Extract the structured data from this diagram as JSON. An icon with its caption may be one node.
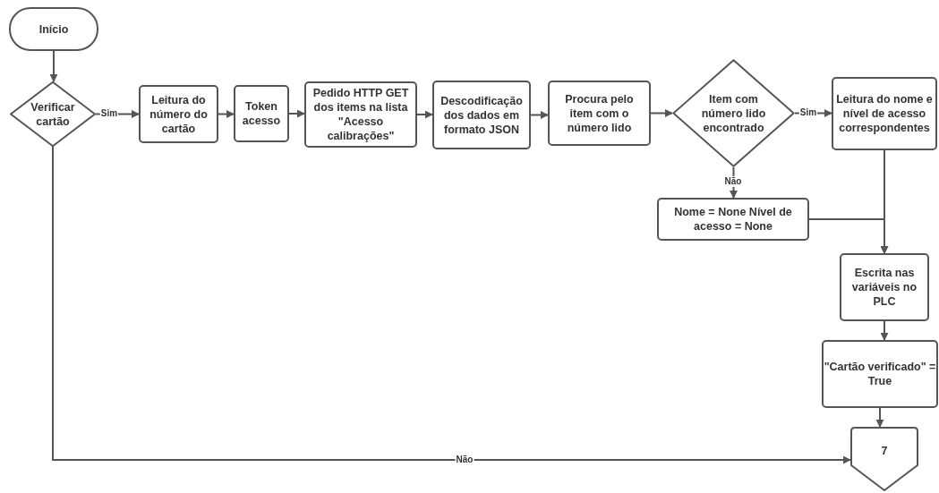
{
  "diagram": {
    "nodes": [
      {
        "text": [
          "Início"
        ]
      },
      {
        "text": [
          "Verificar cartão"
        ]
      },
      {
        "text": [
          "Leitura do número do cartão"
        ]
      },
      {
        "text": [
          "Token acesso"
        ]
      },
      {
        "text": [
          "Pedido HTTP GET dos items na lista \"Acesso calibrações\""
        ]
      },
      {
        "text": [
          "Descodificação dos dados em formato JSON"
        ]
      },
      {
        "text": [
          "Procura pelo item com o número lido"
        ]
      },
      {
        "text": [
          "Item com número lido encontrado"
        ]
      },
      {
        "text": [
          "Leitura do nome e nível de acesso correspondentes"
        ]
      },
      {
        "text": [
          "Nome = None Nível de acesso = None"
        ]
      },
      {
        "text": [
          "Escrita nas variáveis no PLC"
        ]
      },
      {
        "text": [
          "\"Cartão verificado\" = True"
        ]
      },
      {
        "text": [
          "7"
        ]
      }
    ],
    "edges": [
      {
        "from": 0,
        "to": 1,
        "arrow": "to"
      },
      {
        "from": 1,
        "to": 2,
        "arrow": "to",
        "label": "Sim"
      },
      {
        "from": 2,
        "to": 3,
        "arrow": "to"
      },
      {
        "from": 3,
        "to": 4,
        "arrow": "to"
      },
      {
        "from": 4,
        "to": 5,
        "arrow": "to"
      },
      {
        "from": 5,
        "to": 6,
        "arrow": "to"
      },
      {
        "from": 6,
        "to": 7,
        "arrow": "to"
      },
      {
        "from": 7,
        "to": 8,
        "arrow": "to",
        "label": "Sim"
      },
      {
        "from": 7,
        "to": 9,
        "arrow": "to",
        "label": "Não"
      },
      {
        "from": 8,
        "to": 10,
        "arrow": "to"
      },
      {
        "from": 9,
        "to": 10,
        "arrow": "to"
      },
      {
        "from": 10,
        "to": 11,
        "arrow": "to"
      },
      {
        "from": 11,
        "to": 12,
        "arrow": "to"
      },
      {
        "from": 1,
        "to": 12,
        "arrow": "to",
        "label": "Não"
      }
    ]
  }
}
